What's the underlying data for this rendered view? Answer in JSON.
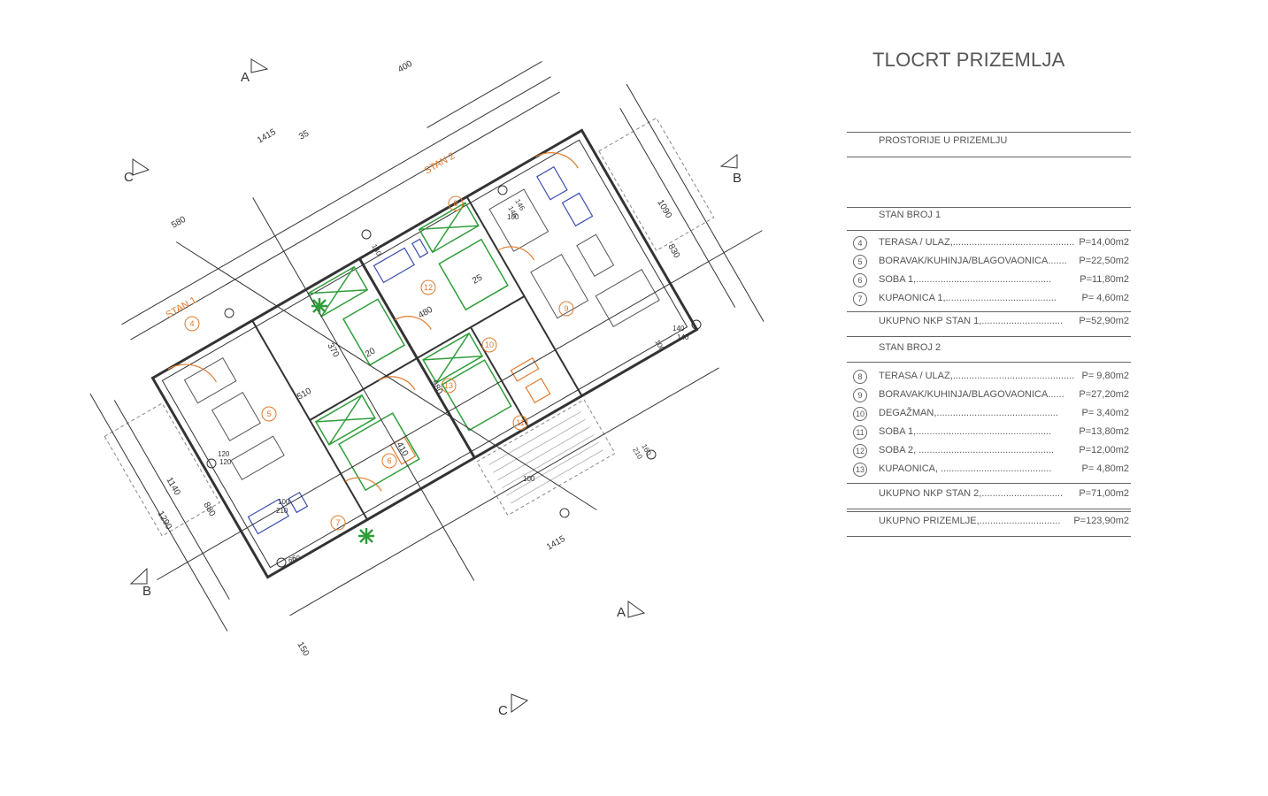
{
  "title": "TLOCRT PRIZEMLJA",
  "legend": {
    "heading": "PROSTORIJE U PRIZEMLJU",
    "stan1": {
      "heading": "STAN BROJ 1",
      "rooms": [
        {
          "num": "4",
          "label": "TERASA / ULAZ,.............................................",
          "area": "P=14,00m2"
        },
        {
          "num": "5",
          "label": "BORAVAK/KUHINJA/BLAGOVAONICA.......",
          "area": "P=22,50m2"
        },
        {
          "num": "6",
          "label": "SOBA 1,..................................................",
          "area": "P=11,80m2"
        },
        {
          "num": "7",
          "label": "KUPAONICA 1,.........................................",
          "area": "P=  4,60m2"
        }
      ],
      "total_label": "UKUPNO NKP STAN 1,..............................",
      "total_area": "P=52,90m2"
    },
    "stan2": {
      "heading": "STAN BROJ 2",
      "rooms": [
        {
          "num": "8",
          "label": "TERASA / ULAZ,.............................................",
          "area": "P=  9,80m2"
        },
        {
          "num": "9",
          "label": "BORAVAK/KUHINJA/BLAGOVAONICA......",
          "area": "P=27,20m2"
        },
        {
          "num": "10",
          "label": "DEGAŽMAN,.............................................",
          "area": "P=  3,40m2"
        },
        {
          "num": "11",
          "label": "SOBA 1,..................................................",
          "area": "P=13,80m2"
        },
        {
          "num": "12",
          "label": "SOBA 2, ..................................................",
          "area": "P=12,00m2"
        },
        {
          "num": "13",
          "label": "KUPAONICA, .........................................",
          "area": "P=  4,80m2"
        }
      ],
      "total_label": "UKUPNO NKP STAN 2,..............................",
      "total_area": "P=71,00m2"
    },
    "grand_total_label": "UKUPNO PRIZEMLJE,..............................",
    "grand_total_area": "P=123,90m2"
  },
  "plan": {
    "section_marks": [
      "A",
      "A",
      "B",
      "B",
      "C",
      "C"
    ],
    "unit_labels": [
      "STAN 1",
      "STAN 2"
    ],
    "room_numbers": [
      "4",
      "5",
      "6",
      "7",
      "8",
      "9",
      "10",
      "11",
      "12",
      "13"
    ],
    "dimensions_top": [
      "1415",
      "35",
      "400",
      "580"
    ],
    "dimensions_right": [
      "1090",
      "830"
    ],
    "dimensions_left": [
      "1140",
      "1290",
      "880"
    ],
    "dimensions_bottom": [
      "1415",
      "150"
    ],
    "inner_dims": [
      "370",
      "510",
      "410",
      "480",
      "980",
      "25",
      "20"
    ],
    "openings": [
      "140",
      "140",
      "100",
      "100",
      "120",
      "120",
      "60",
      "60",
      "160",
      "210",
      "100",
      "210",
      "140",
      "100",
      "146",
      "146"
    ],
    "colors": {
      "lines": "#333333",
      "orange": "#e07b2e",
      "green": "#2f9e3a",
      "blue": "#3a4fb0",
      "grey": "#999999"
    }
  }
}
